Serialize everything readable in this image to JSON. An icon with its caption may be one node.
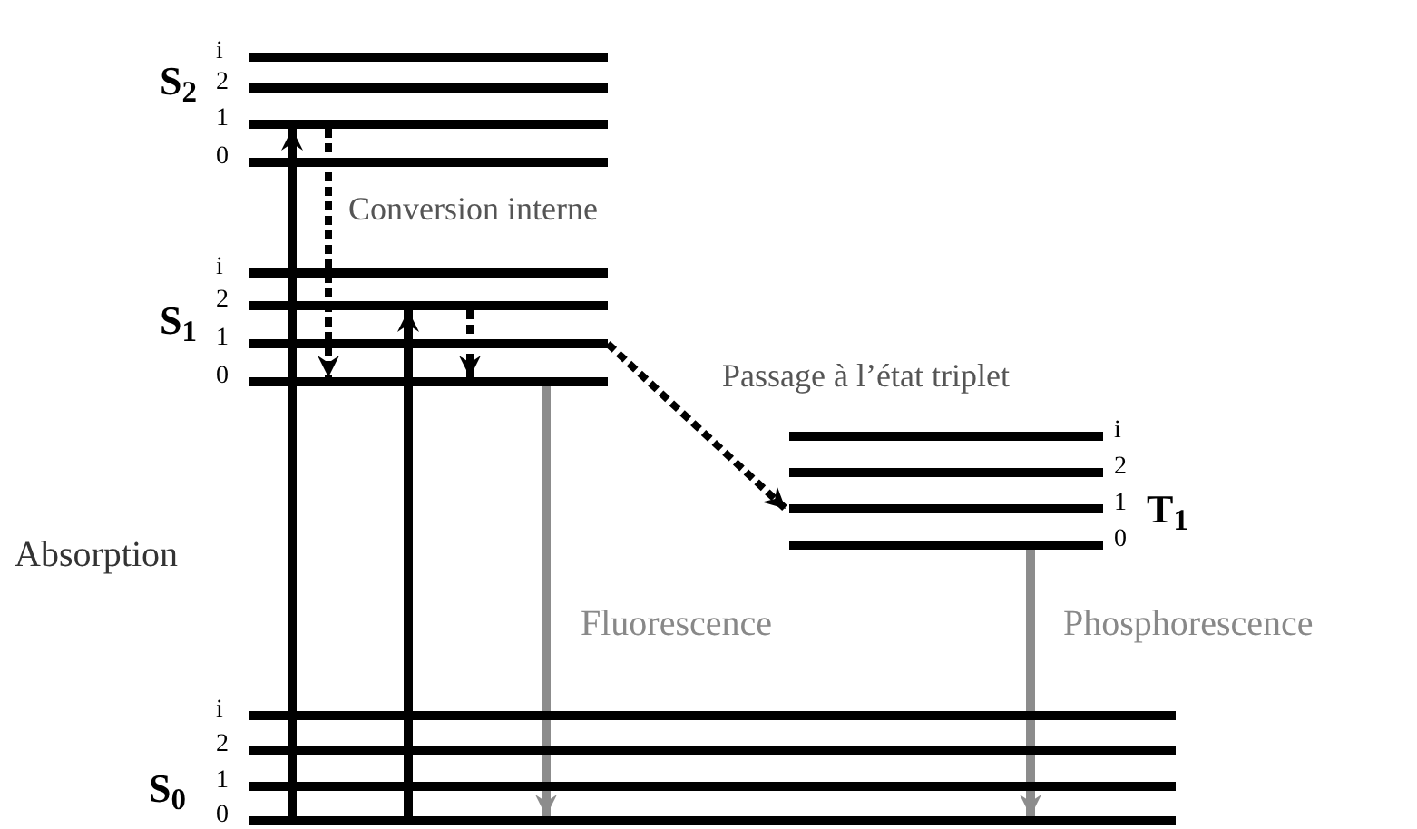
{
  "diagram": {
    "nodes": [
      {
        "text": [],
        "shape": "bar",
        "beside": [
          "i"
        ]
      },
      {
        "text": [],
        "shape": "bar",
        "beside": [
          "2"
        ]
      },
      {
        "text": [],
        "shape": "bar",
        "beside": [
          "1"
        ]
      },
      {
        "text": [],
        "shape": "bar",
        "beside": [
          "0"
        ]
      },
      {
        "text": [],
        "shape": "bar",
        "beside": [
          "i"
        ]
      },
      {
        "text": [],
        "shape": "bar",
        "beside": [
          "2"
        ]
      },
      {
        "text": [],
        "shape": "bar",
        "beside": [
          "1"
        ]
      },
      {
        "text": [],
        "shape": "bar",
        "beside": [
          "0"
        ]
      },
      {
        "text": [],
        "shape": "bar",
        "beside": [
          "i"
        ]
      },
      {
        "text": [],
        "shape": "bar",
        "beside": [
          "2"
        ]
      },
      {
        "text": [],
        "shape": "bar",
        "beside": [
          "1"
        ]
      },
      {
        "text": [],
        "shape": "bar",
        "beside": [
          "0"
        ]
      },
      {
        "text": [],
        "shape": "bar",
        "beside": [
          "i"
        ]
      },
      {
        "text": [],
        "shape": "bar",
        "beside": [
          "2"
        ]
      },
      {
        "text": [],
        "shape": "bar",
        "beside": [
          "1"
        ]
      },
      {
        "text": [],
        "shape": "bar",
        "beside": [
          "0"
        ]
      }
    ],
    "edges": [
      {
        "from": 15,
        "to": 2,
        "arrow": "to"
      },
      {
        "from": 15,
        "to": 5,
        "arrow": "to"
      },
      {
        "from": 2,
        "to": 7,
        "arrow": "to",
        "style": "dashed"
      },
      {
        "from": 5,
        "to": 7,
        "arrow": "to",
        "style": "dashed"
      },
      {
        "from": 6,
        "to": 10,
        "arrow": "to",
        "style": "dashed"
      },
      {
        "from": 7,
        "to": 15,
        "arrow": "to",
        "color": "#8c8c8c"
      },
      {
        "from": 11,
        "to": 15,
        "arrow": "to",
        "color": "#8c8c8c"
      }
    ],
    "labels": [
      "S$_{2}$",
      "Conversion interne",
      "S$_{1}$",
      "Passage à l’état triplet",
      "T$_{1}$",
      "Absorption",
      "Fluorescence",
      "Phosphorescence",
      "S$_{0}$"
    ]
  }
}
